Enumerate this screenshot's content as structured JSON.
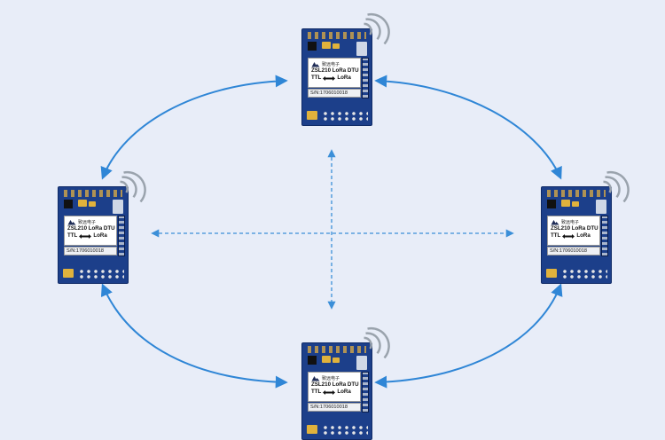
{
  "colors": {
    "background": "#e8edf8",
    "link_arrow": "#2f86d6",
    "axis_arrow": "#3b8fd8",
    "board": "#1c3f8a",
    "label": "#ffffff",
    "waves": "#9aa3ad"
  },
  "modules": [
    {
      "id": "top",
      "model": "ZSL210 LoRa DTU",
      "ttl": "TTL",
      "lora": "LoRa",
      "serial": "S/N:1706010018",
      "logo_text": "致远电子"
    },
    {
      "id": "left",
      "model": "ZSL210 LoRa DTU",
      "ttl": "TTL",
      "lora": "LoRa",
      "serial": "S/N:1706010018",
      "logo_text": "致远电子"
    },
    {
      "id": "right",
      "model": "ZSL210 LoRa DTU",
      "ttl": "TTL",
      "lora": "LoRa",
      "serial": "S/N:1706010018",
      "logo_text": "致远电子"
    },
    {
      "id": "bottom",
      "model": "ZSL210 LoRa DTU",
      "ttl": "TTL",
      "lora": "LoRa",
      "serial": "S/N:1706010018",
      "logo_text": "致远电子"
    }
  ],
  "icons": {
    "wireless": "wireless-signal-icon",
    "logo": "company-logo-icon",
    "bidirectional": "bidirectional-arrow-icon"
  }
}
